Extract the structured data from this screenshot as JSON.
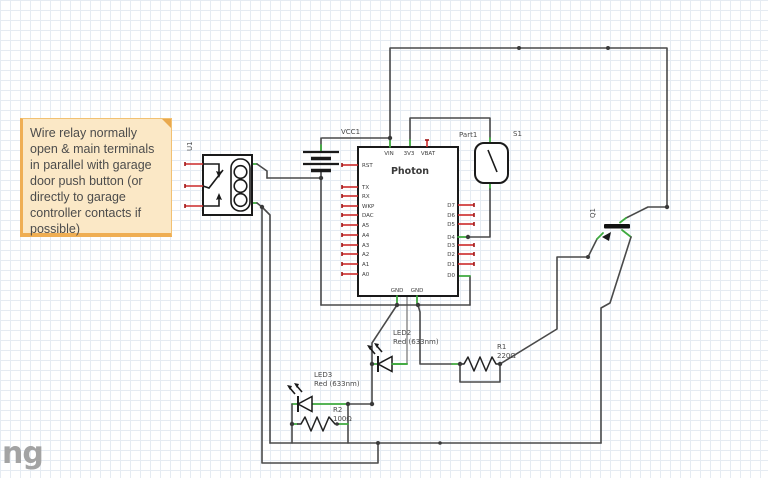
{
  "note": {
    "text": "Wire relay normally open & main terminals in parallel with garage door push button (or directly to garage controller contacts if possible)"
  },
  "watermark": "ng",
  "power": {
    "net_label": "VCC1"
  },
  "photon": {
    "title": "Photon",
    "pins_top": [
      "VIN",
      "3V3",
      "VBAT"
    ],
    "pins_left": [
      "RST",
      "TX",
      "RX",
      "WKP",
      "DAC",
      "A5",
      "A4",
      "A3",
      "A2",
      "A1",
      "A0"
    ],
    "pins_right": [
      "D7",
      "D6",
      "D5",
      "D4",
      "D3",
      "D2",
      "D1",
      "D0"
    ],
    "pins_bottom": [
      "GND",
      "GND"
    ]
  },
  "relay": {
    "ref": "U1"
  },
  "pushswitch": {
    "ref": "Part1",
    "designator": "S1"
  },
  "transistor": {
    "ref": "Q1"
  },
  "resistors": [
    {
      "ref": "R1",
      "value": "220Ω"
    },
    {
      "ref": "R2",
      "value": "100Ω"
    }
  ],
  "leds": [
    {
      "ref": "LED2",
      "color_spec": "Red (633nm)"
    },
    {
      "ref": "LED3",
      "color_spec": "Red (633nm)"
    }
  ],
  "colors": {
    "wire": "#4a4a4a",
    "pin_connected_green": "#3faa3f",
    "pin_unconnected_red": "#cc2a2a",
    "note_bg": "#fbe8c6",
    "note_accent": "#efae53",
    "grid": "#e5ebf2",
    "watermark": "#a3a3a3"
  }
}
